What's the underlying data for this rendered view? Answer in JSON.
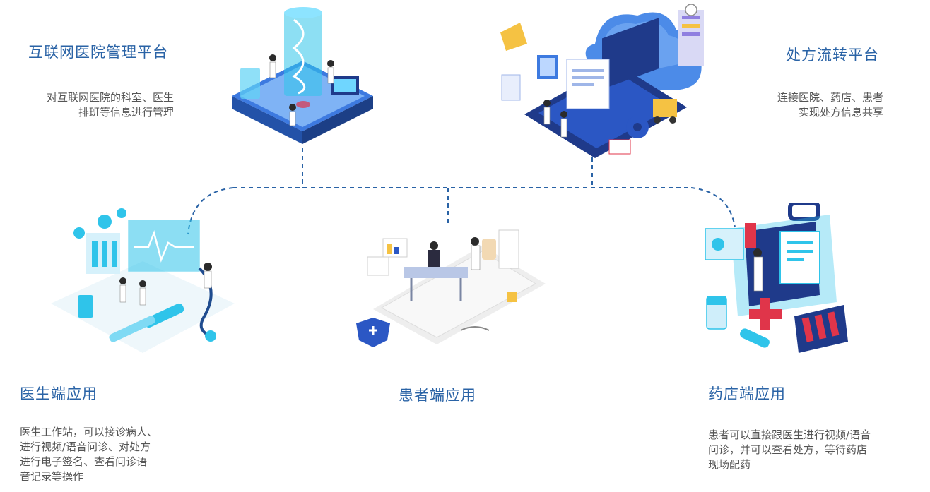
{
  "colors": {
    "title": "#2a63a6",
    "text": "#555555",
    "connector": "#2a63a6",
    "accent_cyan": "#2fc4ea",
    "accent_navy": "#1f3a8a",
    "accent_red": "#e0354a",
    "accent_yellow": "#f5c243"
  },
  "modules": {
    "hospital_platform": {
      "title": "互联网医院管理平台",
      "desc_lines": [
        "对互联网医院的科室、医生",
        "排班等信息进行管理"
      ],
      "icon": "hospital-server-illustration"
    },
    "prescription_platform": {
      "title": "处方流转平台",
      "desc_lines": [
        "连接医院、药店、患者",
        "实现处方信息共享"
      ],
      "icon": "cloud-laptop-illustration"
    },
    "doctor_app": {
      "title": "医生端应用",
      "desc_lines": [
        "医生工作站，可以接诊病人、",
        "进行视频/语音问诊、对处方",
        "进行电子签名、查看问诊语",
        "音记录等操作"
      ],
      "icon": "doctor-lab-illustration"
    },
    "patient_app": {
      "title": "患者端应用",
      "desc_lines": [],
      "icon": "phone-consultation-illustration"
    },
    "pharmacy_app": {
      "title": "药店端应用",
      "desc_lines": [
        "患者可以直接跟医生进行视频/语音",
        "问诊，并可以查看处方，等待药店",
        "现场配药"
      ],
      "icon": "medical-kit-illustration"
    }
  }
}
